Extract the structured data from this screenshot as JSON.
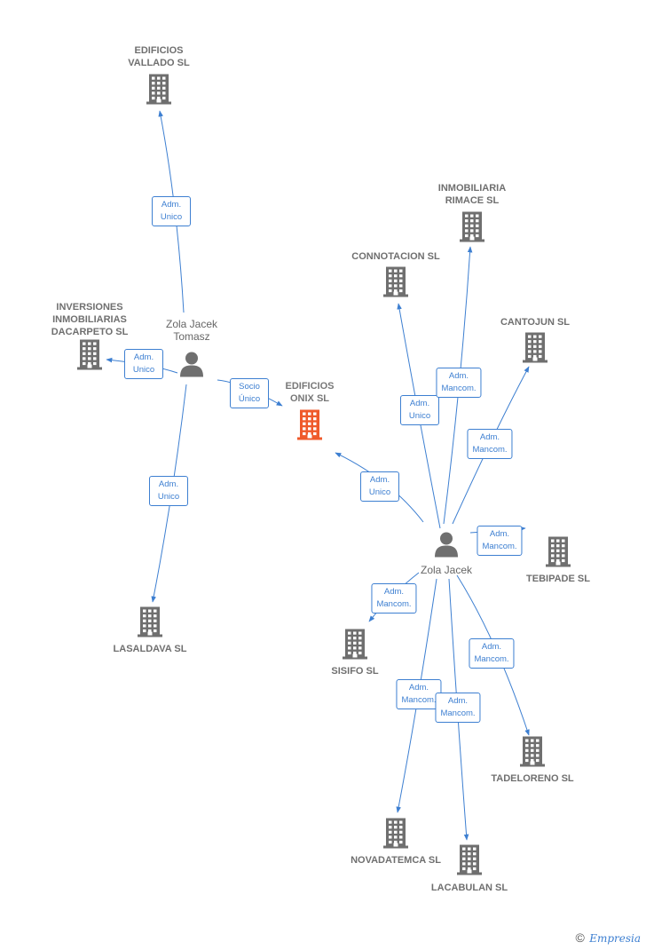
{
  "colors": {
    "company": "#6f6f6f",
    "company_main": "#ef5a2b",
    "person": "#6f6f6f",
    "link": "#3d7fd1"
  },
  "nodes": [
    {
      "id": "onix",
      "kind": "company",
      "main": true,
      "label": "EDIFICIOS\nONIX SL"
    },
    {
      "id": "vallado",
      "kind": "company",
      "label": "EDIFICIOS\nVALLADO SL"
    },
    {
      "id": "dacarpeto",
      "kind": "company",
      "label": "INVERSIONES\nINMOBILIARIAS\nDACARPETO SL"
    },
    {
      "id": "lasaldava",
      "kind": "company",
      "label": "LASALDAVA SL"
    },
    {
      "id": "rimace",
      "kind": "company",
      "label": "INMOBILIARIA\nRIMACE SL"
    },
    {
      "id": "connotacion",
      "kind": "company",
      "label": "CONNOTACION SL"
    },
    {
      "id": "cantojun",
      "kind": "company",
      "label": "CANTOJUN SL"
    },
    {
      "id": "tebipade",
      "kind": "company",
      "label": "TEBIPADE SL"
    },
    {
      "id": "sisifo",
      "kind": "company",
      "label": "SISIFO SL"
    },
    {
      "id": "tadeloreno",
      "kind": "company",
      "label": "TADELORENO SL"
    },
    {
      "id": "novadatemca",
      "kind": "company",
      "label": "NOVADATEMCA SL"
    },
    {
      "id": "lacabulan",
      "kind": "company",
      "label": "LACABULAN SL"
    },
    {
      "id": "tomasz",
      "kind": "person",
      "label": "Zola Jacek\nTomasz"
    },
    {
      "id": "jacek",
      "kind": "person",
      "label": "Zola Jacek"
    }
  ],
  "edges": [
    {
      "from": "tomasz",
      "to": "vallado",
      "role": "Adm.\nUnico"
    },
    {
      "from": "tomasz",
      "to": "dacarpeto",
      "role": "Adm.\nUnico"
    },
    {
      "from": "tomasz",
      "to": "onix",
      "role": "Socio\nÚnico"
    },
    {
      "from": "tomasz",
      "to": "lasaldava",
      "role": "Adm.\nUnico"
    },
    {
      "from": "jacek",
      "to": "onix",
      "role": "Adm.\nUnico"
    },
    {
      "from": "jacek",
      "to": "connotacion",
      "role": "Adm.\nUnico"
    },
    {
      "from": "jacek",
      "to": "rimace",
      "role": "Adm.\nMancom."
    },
    {
      "from": "jacek",
      "to": "cantojun",
      "role": "Adm.\nMancom."
    },
    {
      "from": "jacek",
      "to": "tebipade",
      "role": "Adm.\nMancom."
    },
    {
      "from": "jacek",
      "to": "sisifo",
      "role": "Adm.\nMancom."
    },
    {
      "from": "jacek",
      "to": "tadeloreno",
      "role": "Adm.\nMancom."
    },
    {
      "from": "jacek",
      "to": "novadatemca",
      "role": "Adm.\nMancom."
    },
    {
      "from": "jacek",
      "to": "lacabulan",
      "role": "Adm.\nMancom."
    }
  ],
  "footer": {
    "copyright": "©",
    "brand": "Empresia"
  }
}
